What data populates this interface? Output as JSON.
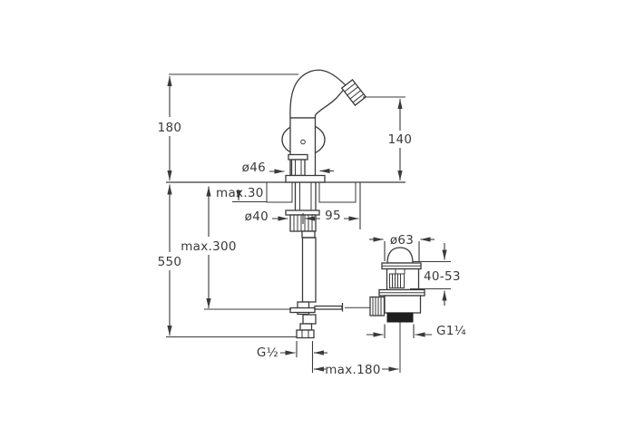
{
  "colors": {
    "line": "#3a3a3a",
    "background": "#ffffff",
    "thread_fill": "#1e1e1e",
    "hatch": "#7f7f7f",
    "braid": "#8c8c8c"
  },
  "drawing": {
    "dimensions": {
      "height_above_deck": "180",
      "spout_outlet_height": "140",
      "base_diameter": "ø46",
      "deck_thickness": "max.30",
      "shank_diameter": "ø40",
      "spout_reach": "95",
      "hose_drop": "max.300",
      "overall_drop": "550",
      "waste_cap_diameter": "ø63",
      "waste_height_range": "40-53",
      "waste_thread": "G1¼",
      "supply_thread": "G½",
      "rod_span": "max.180"
    }
  }
}
